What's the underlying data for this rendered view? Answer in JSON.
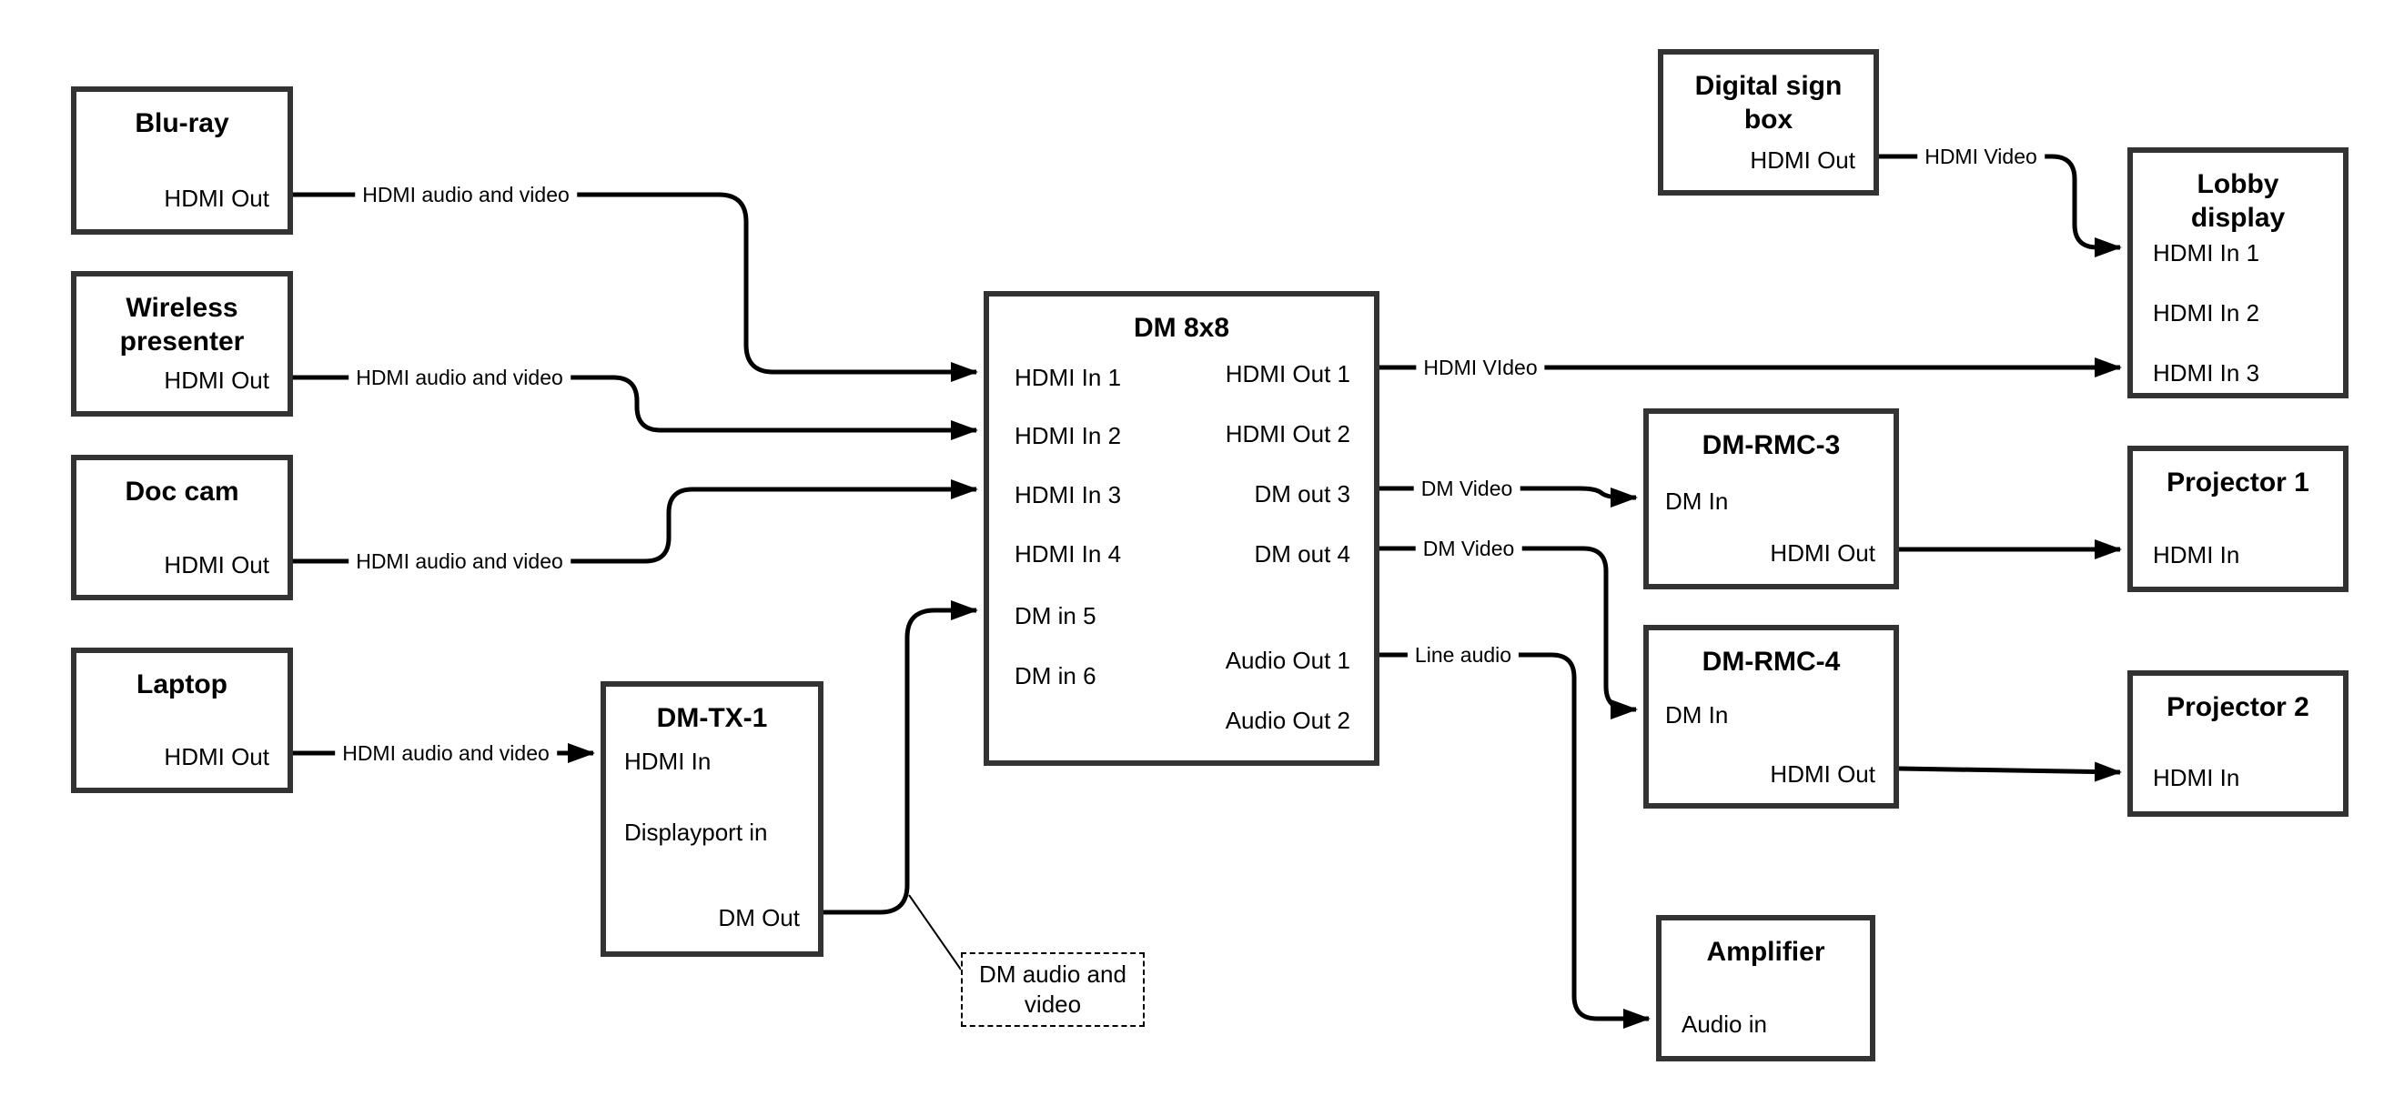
{
  "diagram": {
    "nodes": {
      "bluray": {
        "title": "Blu-ray",
        "port_hdmi_out": "HDMI Out"
      },
      "wireless_presenter": {
        "title": "Wireless presenter",
        "port_hdmi_out": "HDMI Out"
      },
      "doc_cam": {
        "title": "Doc cam",
        "port_hdmi_out": "HDMI Out"
      },
      "laptop": {
        "title": "Laptop",
        "port_hdmi_out": "HDMI Out"
      },
      "dm_tx_1": {
        "title": "DM-TX-1",
        "port_hdmi_in": "HDMI In",
        "port_displayport_in": "Displayport in",
        "port_dm_out": "DM Out"
      },
      "dm_8x8": {
        "title": "DM 8x8",
        "inputs": [
          "HDMI In 1",
          "HDMI In 2",
          "HDMI In 3",
          "HDMI In 4",
          "DM in 5",
          "DM in 6"
        ],
        "outputs": [
          "HDMI Out 1",
          "HDMI Out 2",
          "DM out 3",
          "DM out 4",
          "Audio Out 1",
          "Audio Out 2"
        ]
      },
      "digital_sign_box": {
        "title": "Digital sign box",
        "port_hdmi_out": "HDMI Out"
      },
      "lobby_display": {
        "title": "Lobby display",
        "inputs": [
          "HDMI In 1",
          "HDMI In 2",
          "HDMI In 3"
        ]
      },
      "dm_rmc_3": {
        "title": "DM-RMC-3",
        "port_dm_in": "DM In",
        "port_hdmi_out": "HDMI Out"
      },
      "projector_1": {
        "title": "Projector 1",
        "port_hdmi_in": "HDMI In"
      },
      "dm_rmc_4": {
        "title": "DM-RMC-4",
        "port_dm_in": "DM In",
        "port_hdmi_out": "HDMI Out"
      },
      "projector_2": {
        "title": "Projector 2",
        "port_hdmi_in": "HDMI In"
      },
      "amplifier": {
        "title": "Amplifier",
        "port_audio_in": "Audio in"
      }
    },
    "wire_labels": {
      "bluray_feed": "HDMI audio and video",
      "wireless_feed": "HDMI audio and video",
      "doc_cam_feed": "HDMI audio and video",
      "laptop_feed": "HDMI audio and video",
      "hdmi_out_1": "HDMI VIdeo",
      "dm_out_3": "DM Video",
      "dm_out_4": "DM Video",
      "audio_out_1": "Line audio",
      "digital_sign_feed": "HDMI Video"
    },
    "annotation": "DM audio and video",
    "colors": {
      "line": "#000000",
      "box_border": "#333333",
      "background": "#ffffff"
    }
  }
}
